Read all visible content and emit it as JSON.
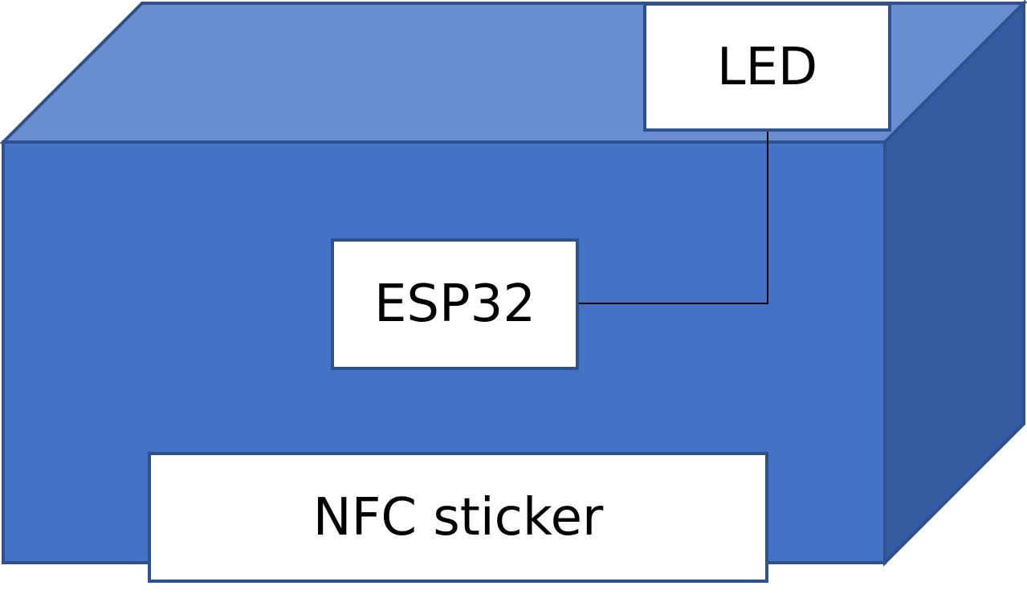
{
  "diagram": {
    "components": {
      "led": "LED",
      "esp32": "ESP32",
      "nfc_sticker": "NFC sticker"
    },
    "colors": {
      "box_front": "#4472c4",
      "box_top": "#698ed0",
      "box_side": "#345ba0",
      "box_edge": "#2f528f",
      "label_fill": "#ffffff",
      "wire": "#000000"
    }
  }
}
